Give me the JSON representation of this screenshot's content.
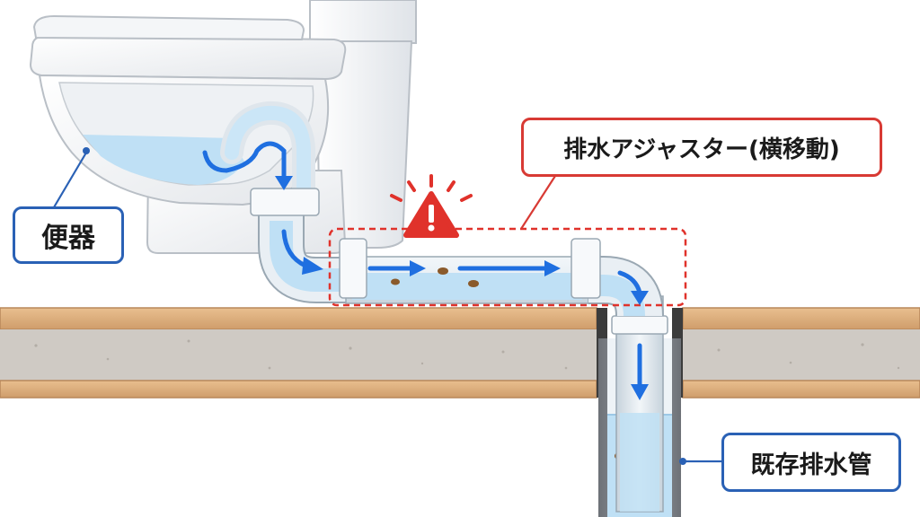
{
  "labels": {
    "toilet": "便器",
    "adjuster": "排水アジャスター(横移動)",
    "existing_drain": "既存排水管"
  },
  "icons": {
    "warning": "warning-triangle-icon",
    "flow": "flow-arrow-icon"
  },
  "colors": {
    "toilet_callout_border": "#2a61b5",
    "adjuster_callout_border": "#d83a34",
    "warning_red": "#e0322b",
    "flow_arrow_blue": "#1f6fe0",
    "water_blue": "#bfe0f5",
    "floor_wood": "#dcae7e",
    "concrete": "#cfcac4"
  }
}
